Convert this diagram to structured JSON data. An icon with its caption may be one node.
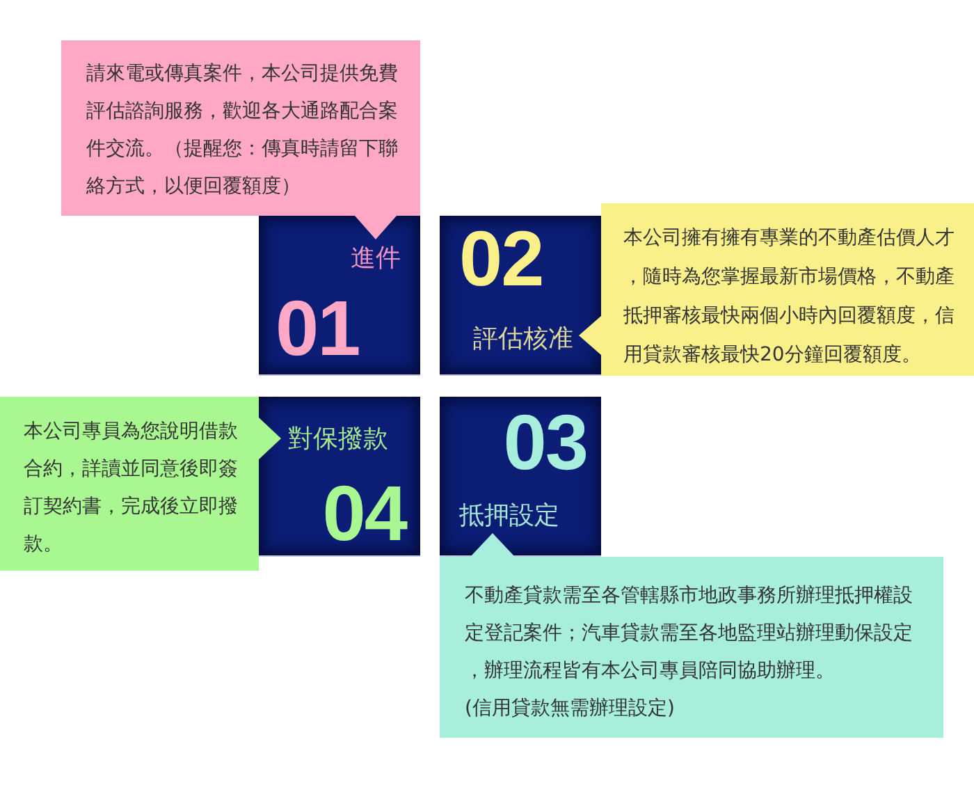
{
  "diagram": {
    "nodes": [
      {
        "text": [
          "請來電或傳真案件，本公司提供免費評估諮詢服務，歡迎各大通路配合案件交流。（提醒您：傳真時請留下聯絡方式，以便回覆額度）"
        ]
      },
      {
        "text": [
          "進件",
          "01"
        ]
      },
      {
        "text": [
          "02",
          "評估核准"
        ]
      },
      {
        "text": [
          "本公司擁有擁有專業的不動產估價人才，隨時為您掌握最新市場價格，不動產抵押審核最快兩個小時內回覆額度，信用貸款審核最快20分鐘回覆額度。"
        ]
      },
      {
        "text": [
          "本公司專員為您說明借款合約，詳讀並同意後即簽訂契約書，完成後立即撥款。"
        ]
      },
      {
        "text": [
          "對保撥款",
          "04"
        ]
      },
      {
        "text": [
          "03",
          "抵押設定"
        ]
      },
      {
        "text": [
          "不動產貸款需至各管轄縣市地政事務所辦理抵押權設定登記案件；汽車貸款需至各地監理站辦理動保設定，辦理流程皆有本公司專員陪同協助辦理。",
          "(信用貸款無需辦理設定)"
        ]
      }
    ]
  }
}
